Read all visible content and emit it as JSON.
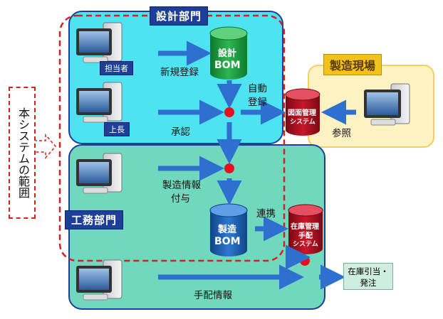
{
  "departments": {
    "design": "設計部門",
    "production_engineering": "工務部門",
    "factory_floor": "製造現場"
  },
  "system_scope_label": "本システムの範囲",
  "users": {
    "person_in_charge": "担当者",
    "manager": "上長"
  },
  "flows": {
    "new_registration": "新規登録",
    "approval": "承認",
    "auto_registration_line1": "自動",
    "auto_registration_line2": "登録",
    "reference": "参照",
    "manufacturing_info_line1": "製造情報",
    "manufacturing_info_line2": "付与",
    "link": "連携",
    "arrangement_info": "手配情報"
  },
  "databases": {
    "design_bom": {
      "line1": "設計",
      "line2": "BOM"
    },
    "manufacturing_bom": {
      "line1": "製造",
      "line2": "BOM"
    },
    "drawing_mgmt": {
      "line1": "図面管理",
      "line2": "システム"
    },
    "inventory_mgmt": {
      "line1": "在庫管理",
      "line2": "手配",
      "line3": "システム"
    }
  },
  "result_box": {
    "line1": "在庫引当・",
    "line2": "発注"
  },
  "colors": {
    "design_zone": "#4ee3f0",
    "production_zone": "#6fd8bd",
    "factory_zone": "#fdf2c2",
    "scope_dashed": "#d42020",
    "arrow": "#2f6fcf",
    "green_db": "#1b9a3c",
    "blue_db": "#1b5fb0",
    "red_db": "#b01020"
  }
}
